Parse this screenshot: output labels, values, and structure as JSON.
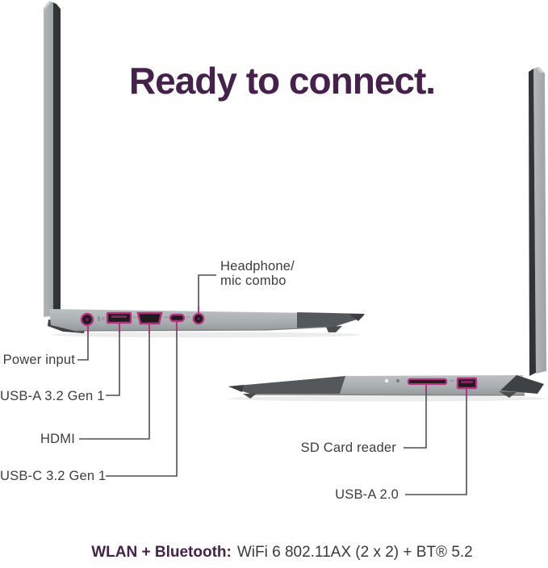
{
  "title": "Ready to connect.",
  "callouts": {
    "headphone_line1": "Headphone/",
    "headphone_line2": "mic combo",
    "power": "Power input",
    "usb_a_gen1": "USB-A 3.2 Gen 1",
    "hdmi": "HDMI",
    "usb_c_gen1": "USB-C 3.2 Gen 1",
    "sd_reader": "SD Card reader",
    "usb_a_20": "USB-A 2.0"
  },
  "footer": {
    "label": "WLAN + Bluetooth:",
    "value": "WiFi 6 802.11AX (2 x 2) + BT® 5.2"
  },
  "colors": {
    "heading": "#45214b",
    "accent": "#b5307f",
    "label_text": "#3d3d3d",
    "callout_line": "#4f4f4f",
    "footer_value": "#3a3a3a"
  }
}
